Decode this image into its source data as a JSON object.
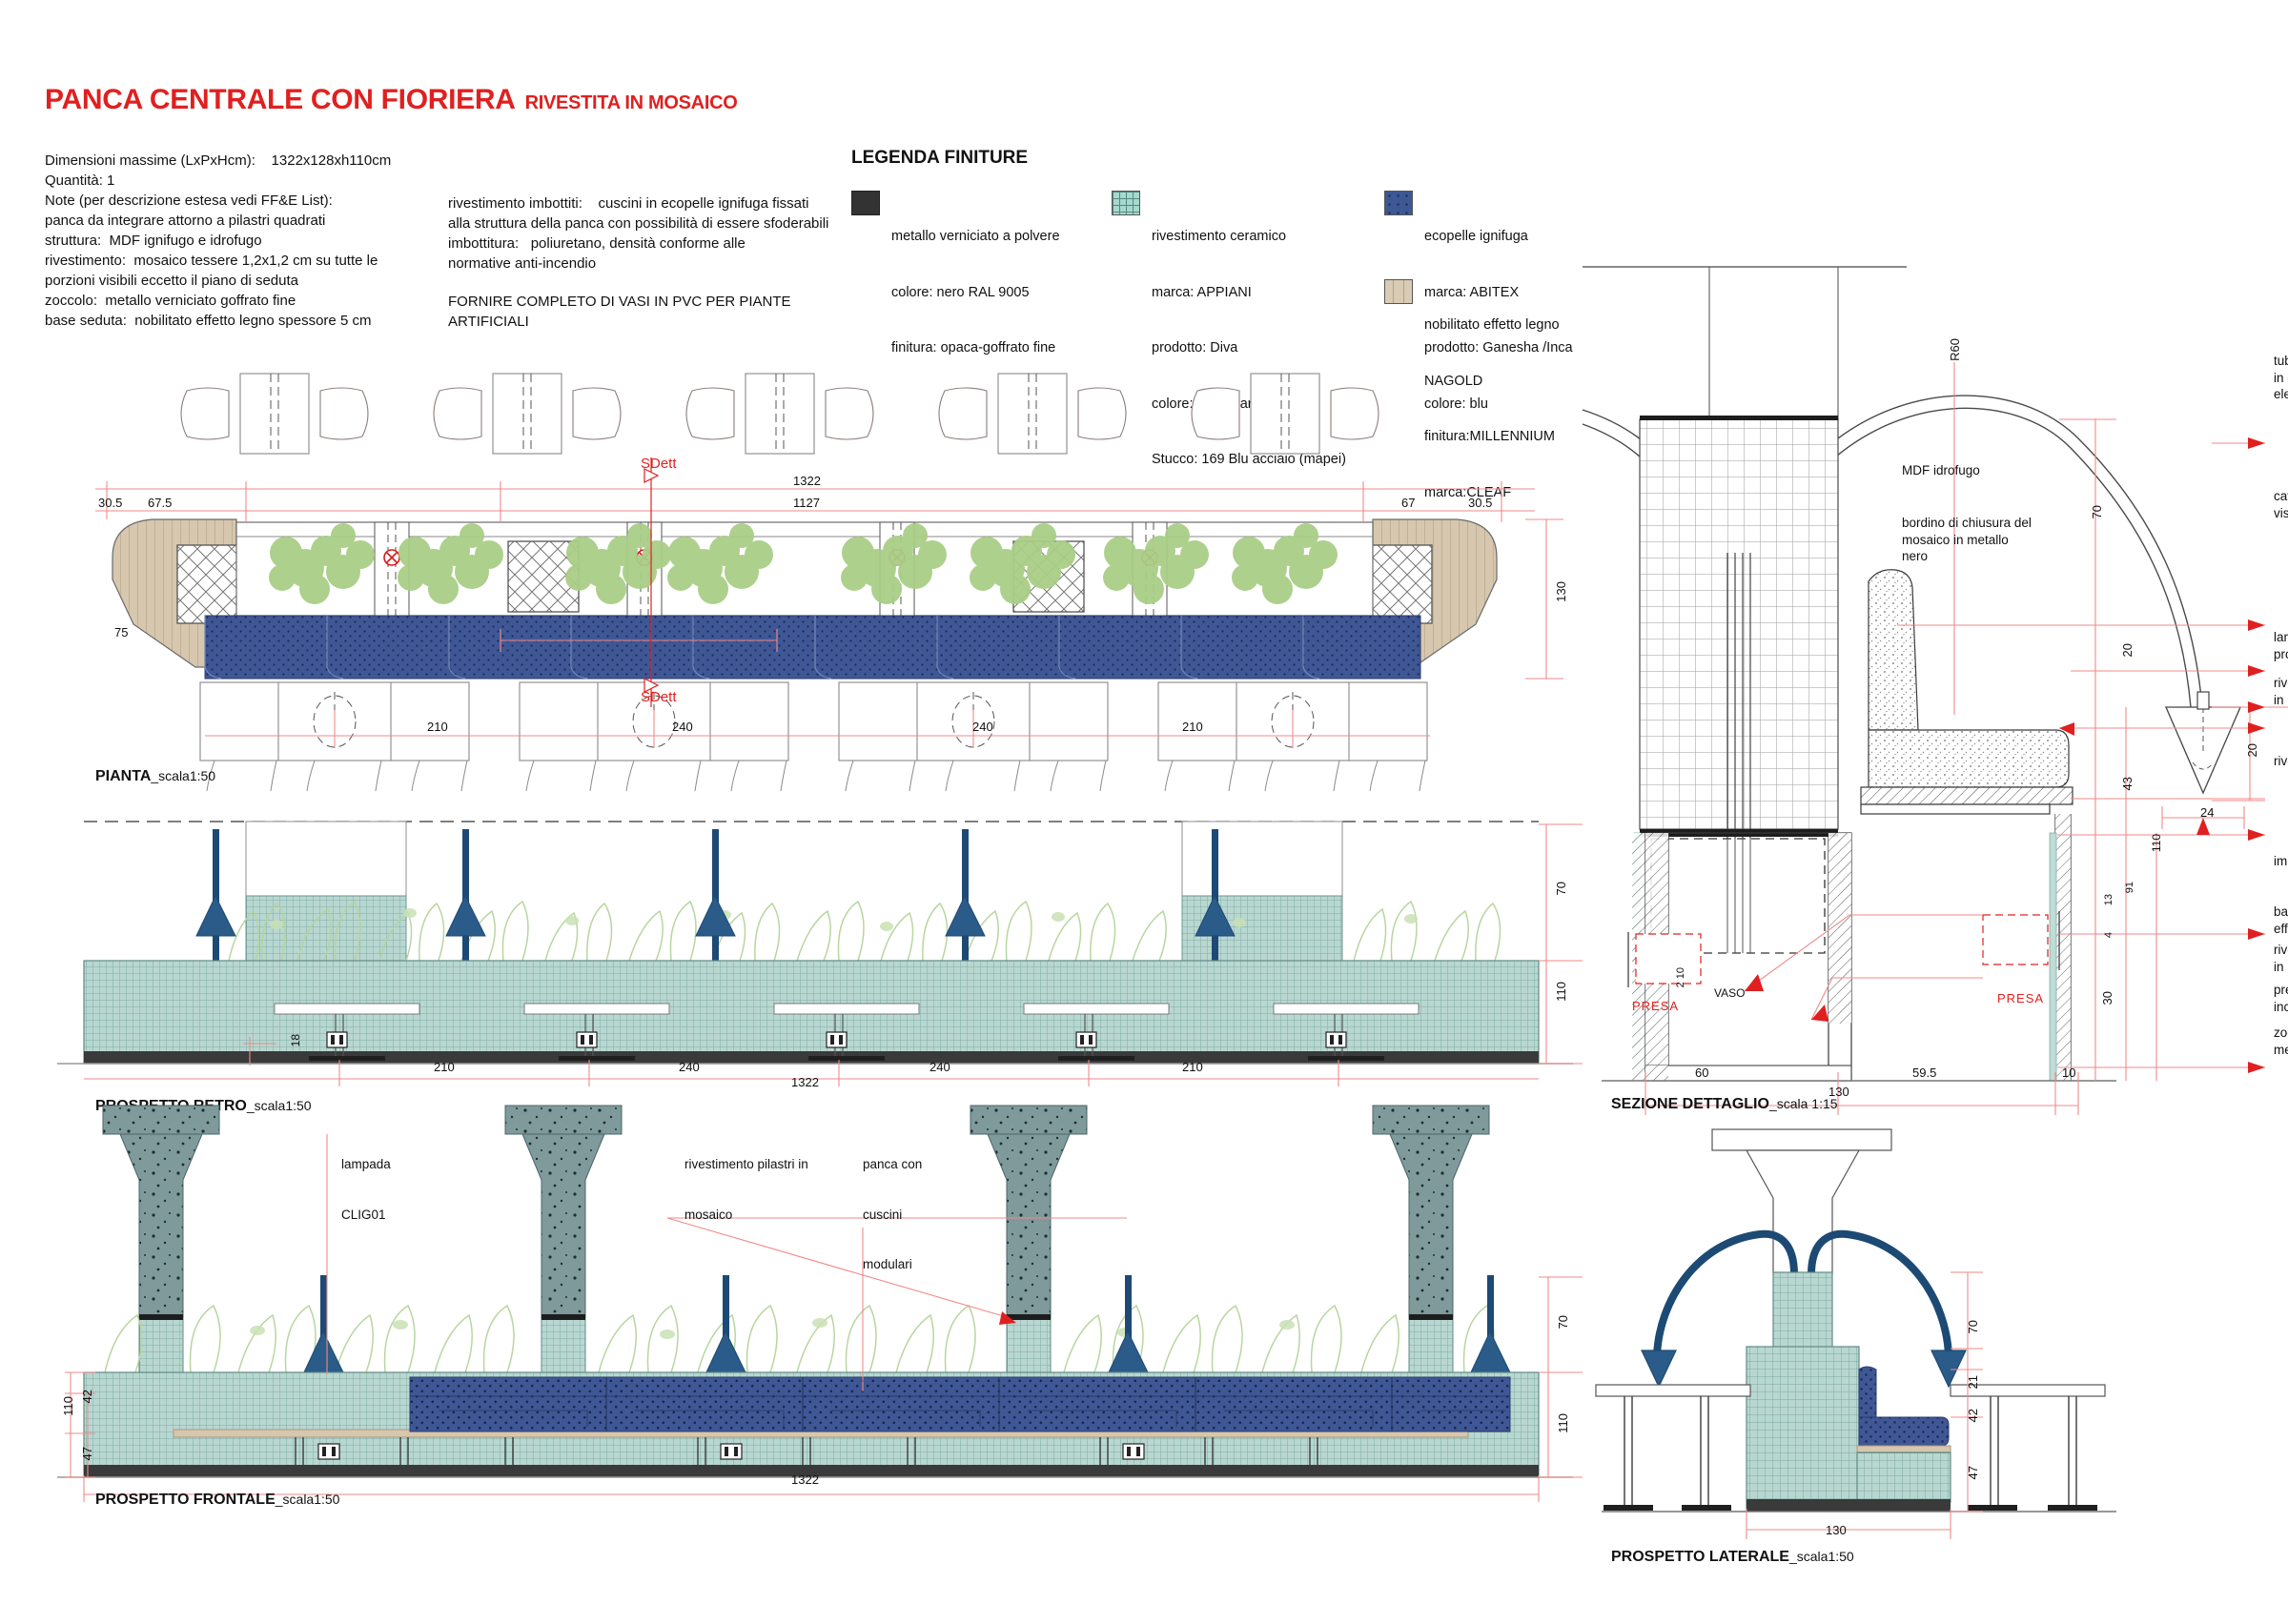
{
  "title": {
    "main": "PANCA CENTRALE CON FIORIERA",
    "sub": "RIVESTITA IN MOSAICO"
  },
  "specs": {
    "dimensions_label": "Dimensioni massime (LxPxHcm):",
    "dimensions_value": "1322x128xh110cm",
    "quantity_label": "Quantità:",
    "quantity_value": "1",
    "notes_header": "Note (per descrizione estesa vedi FF&E List):",
    "lines": [
      "panca da integrare attorno a pilastri quadrati",
      "struttura:  MDF ignifugo e idrofugo",
      "rivestimento:  mosaico tessere 1,2x1,2 cm su tutte le",
      "porzioni visibili eccetto il piano di seduta",
      "zoccolo:  metallo verniciato goffrato fine",
      "base seduta:  nobilitato effetto legno spessore 5 cm"
    ]
  },
  "specs2": {
    "lines": [
      "rivestimento imbottiti:    cuscini in ecopelle ignifuga fissati",
      "alla struttura della panca con possibilità di essere sfoderabili",
      "imbottitura:   poliuretano, densità conforme alle",
      "normative anti-incendio"
    ],
    "notice": [
      "FORNIRE COMPLETO DI VASI IN PVC PER PIANTE",
      "ARTIFICIALI"
    ]
  },
  "legend": {
    "title": "LEGENDA FINITURE",
    "items": [
      {
        "swatch": "metal-black-swatch",
        "color": "#333333",
        "lines": [
          "metallo verniciato a polvere",
          "colore: nero RAL 9005",
          "finitura: opaca-goffrato fine"
        ]
      },
      {
        "swatch": "ceramic-mosaic-swatch",
        "color": "#a8d8cd",
        "lines": [
          "rivestimento ceramico",
          "marca: APPIANI",
          "prodotto: Diva",
          "colore: Aquamarine",
          "Stucco: 169 Blu acciaio (mapei)"
        ]
      },
      {
        "swatch": "ecopelle-swatch",
        "color": "#3d5894",
        "lines": [
          "ecopelle ignifuga",
          "marca: ABITEX",
          "prodotto: Ganesha /Inca",
          "colore: blu"
        ]
      },
      {
        "swatch": "wood-effect-swatch",
        "color": "#d9cbb4",
        "lines": [
          "nobilitato effetto legno",
          "NAGOLD",
          "finitura:MILLENNIUM",
          "marca:CLEAF"
        ]
      }
    ]
  },
  "views": {
    "plan": {
      "name": "PIANTA",
      "scale": "_scala1:50"
    },
    "back": {
      "name": "PROSPETTO RETRO",
      "scale": "_scala1:50"
    },
    "front": {
      "name": "PROSPETTO FRONTALE",
      "scale": "_scala1:50"
    },
    "section": {
      "name": "SEZIONE DETTAGLIO",
      "scale": "_scala 1:15"
    },
    "side": {
      "name": "PROSPETTO LATERALE",
      "scale": "_scala1:50"
    }
  },
  "plan": {
    "section_marks": [
      "SDett",
      "SDett"
    ],
    "dims_top_left": [
      "30.5",
      "67.5"
    ],
    "dims_top_center": [
      "1322",
      "1127"
    ],
    "dims_top_right": [
      "67",
      "30.5"
    ],
    "dim_depth_right": "130",
    "dim_seat": "75",
    "dims_bottom": [
      "210",
      "240",
      "240",
      "210"
    ]
  },
  "back_elev": {
    "dim_planter": "70",
    "dim_height": "110",
    "dim_base": "18",
    "dims_bottom": [
      "210",
      "240",
      "240",
      "210"
    ],
    "dim_total": "1322"
  },
  "front_elev": {
    "callouts": [
      {
        "name": "lamp-callout",
        "lines": [
          "lampada",
          "CLIG01"
        ]
      },
      {
        "name": "pillar-mosaic-callout",
        "lines": [
          "rivestimento pilastri in",
          "mosaico"
        ]
      },
      {
        "name": "bench-cushions-callout",
        "lines": [
          "panca con",
          "cuscini",
          "modulari"
        ]
      }
    ],
    "dim_planter": "70",
    "dim_height_total": "110",
    "dim_seat_back": "42",
    "dim_seat_h": "47",
    "dim_left_110": "110",
    "dim_total": "1322"
  },
  "section": {
    "dim_radius": "R60",
    "dim_70": "70",
    "dim_20_lamp": "20",
    "dim_24": "24",
    "dim_20": "20",
    "dim_43": "43",
    "dim_110": "110",
    "dim_91": "91",
    "dim_13": "13",
    "dim_4": "4",
    "dim_30": "30",
    "dim_60": "60",
    "dim_595": "59.5",
    "dim_10": "10",
    "dim_130": "130",
    "dim_210": "2 10",
    "vaso_label": "VASO",
    "presa_label": "PRESA",
    "callouts_left": [
      "MDF idrofugo",
      "bordino di chiusura del\nmosaico in metallo\nnero"
    ],
    "callouts_right": [
      "tubo metallico blu\nin cui corre il cavo\nelettrico",
      "cavo elettrico\nvista in corda",
      "lampada metallica blu\nprodotto commerciale",
      "rivestimento ceramico\nin mosaico",
      "rivestimento in tessuto",
      "imbottitura ignifuga",
      "base seduta nobilitato\neffetto legno",
      "rivestimento ceramico\nin mosaico",
      "presa\nincassata",
      "zoccolo\nmetallico nero"
    ]
  },
  "side_elev": {
    "dim_70": "70",
    "dim_21": "21",
    "dim_42": "42",
    "dim_47": "47",
    "dim_130": "130"
  },
  "colors": {
    "accent_red": "#e02020",
    "dim_red": "#f08a8a",
    "mosaic": "#b9d7d1",
    "ecopelle": "#3f5795",
    "wood": "#d6c7ae",
    "concrete": "#7f9a9b",
    "plant_green": "#9cc47e",
    "lamp_blue": "#1d4a74"
  }
}
